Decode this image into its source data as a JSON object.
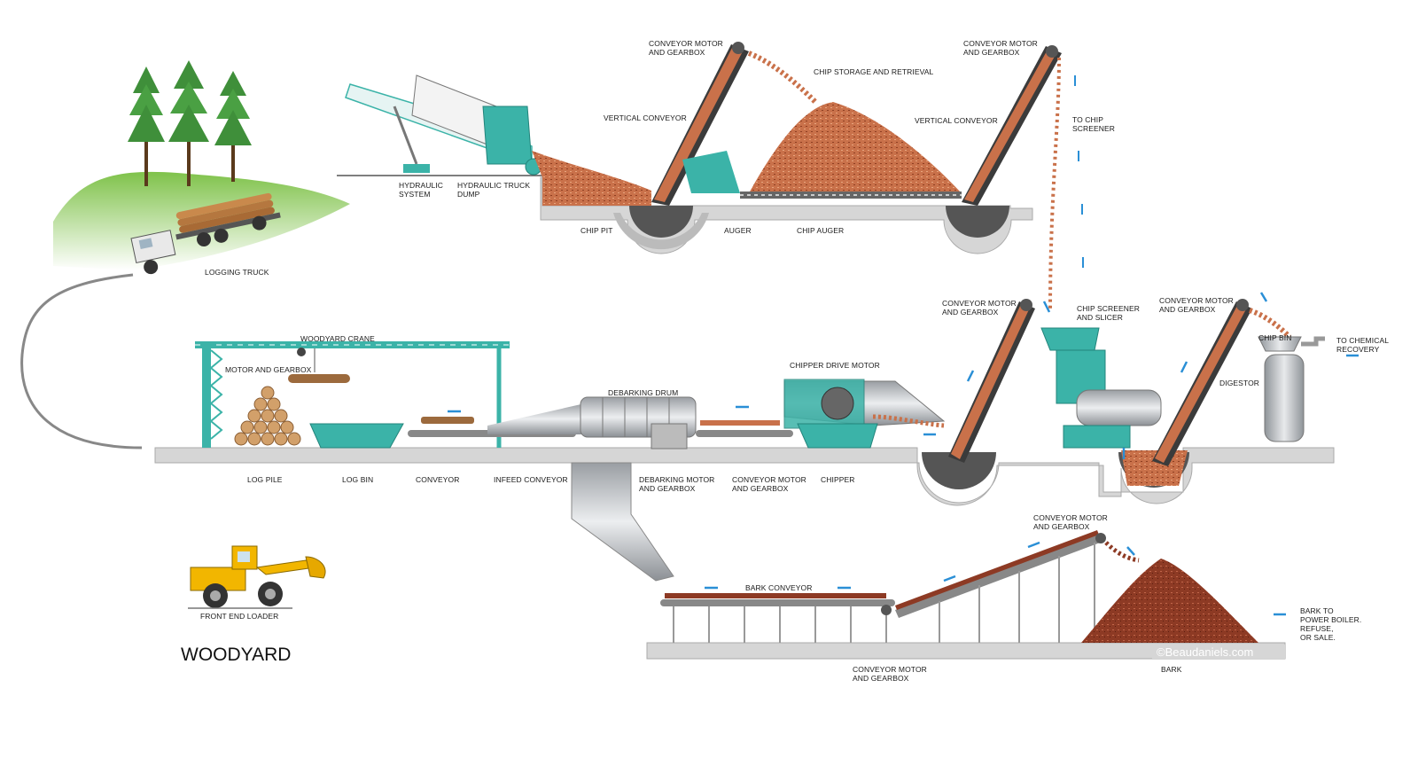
{
  "title": "WOODYARD",
  "watermark": "©Beaudaniels.com",
  "colors": {
    "teal": "#3bb3a8",
    "teal_dark": "#23847b",
    "chips": "#c8704a",
    "chips_dark": "#8e3d22",
    "bark": "#8a3a25",
    "concrete": "#d6d6d6",
    "steel": "#b9bcc0",
    "arrow": "#2a8fd6"
  },
  "labels": {
    "conveyor_motor_gearbox_1": [
      "CONVEYOR MOTOR",
      "AND GEARBOX"
    ],
    "conveyor_motor_gearbox_2": [
      "CONVEYOR MOTOR",
      "AND GEARBOX"
    ],
    "chip_storage": "CHIP STORAGE AND RETRIEVAL",
    "vertical_conveyor_1": "VERTICAL CONVEYOR",
    "vertical_conveyor_2": "VERTICAL CONVEYOR",
    "to_chip_screener": [
      "TO CHIP",
      "SCREENER"
    ],
    "hydraulic_system": [
      "HYDRAULIC",
      "SYSTEM"
    ],
    "hydraulic_truck_dump": [
      "HYDRAULIC TRUCK",
      "DUMP"
    ],
    "chip_pit": "CHIP PIT",
    "auger": "AUGER",
    "chip_auger": "CHIP AUGER",
    "logging_truck": "LOGGING TRUCK",
    "conveyor_motor_gearbox_3": [
      "CONVEYOR MOTOR",
      "AND GEARBOX"
    ],
    "chip_screener_slicer": [
      "CHIP SCREENER",
      "AND SLICER"
    ],
    "conveyor_motor_gearbox_4": [
      "CONVEYOR MOTOR",
      "AND GEARBOX"
    ],
    "chip_bin": "CHIP BIN",
    "to_chemical_recovery": [
      "TO CHEMICAL",
      "RECOVERY"
    ],
    "woodyard_crane": "WOODYARD CRANE",
    "motor_gearbox": "MOTOR AND GEARBOX",
    "debarking_drum": "DEBARKING DRUM",
    "chipper_drive_motor": "CHIPPER DRIVE MOTOR",
    "digestor": "DIGESTOR",
    "log_pile": "LOG PILE",
    "log_bin": "LOG BIN",
    "conveyor": "CONVEYOR",
    "infeed_conveyor": "INFEED CONVEYOR",
    "debarking_motor_gearbox": [
      "DEBARKING MOTOR",
      "AND GEARBOX"
    ],
    "conveyor_motor_gearbox_5": [
      "CONVEYOR MOTOR",
      "AND GEARBOX"
    ],
    "chipper": "CHIPPER",
    "conveyor_motor_gearbox_6": [
      "CONVEYOR MOTOR",
      "AND GEARBOX"
    ],
    "bark_conveyor": "BARK CONVEYOR",
    "bark_to": [
      "BARK TO",
      "POWER BOILER.",
      "REFUSE,",
      "OR SALE."
    ],
    "front_end_loader": "FRONT END LOADER",
    "conveyor_motor_gearbox_7": [
      "CONVEYOR MOTOR",
      "AND GEARBOX"
    ],
    "bark": "BARK"
  }
}
